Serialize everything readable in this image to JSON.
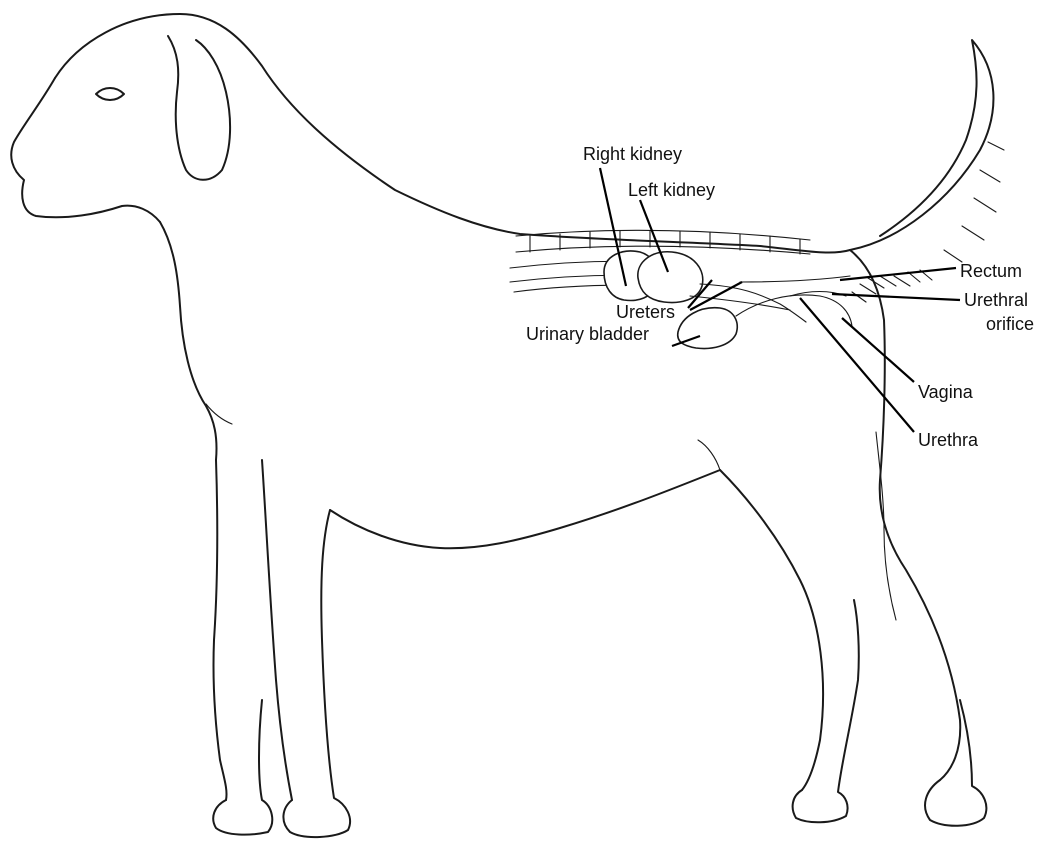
{
  "labels": {
    "right_kidney": "Right kidney",
    "left_kidney": "Left kidney",
    "rectum": "Rectum",
    "urethral_orifice_line1": "Urethral",
    "urethral_orifice_line2": "orifice",
    "ureters": "Ureters",
    "urinary_bladder": "Urinary bladder",
    "vagina": "Vagina",
    "urethra": "Urethra"
  },
  "colors": {
    "line": "#1a1a1a",
    "background": "#ffffff"
  }
}
